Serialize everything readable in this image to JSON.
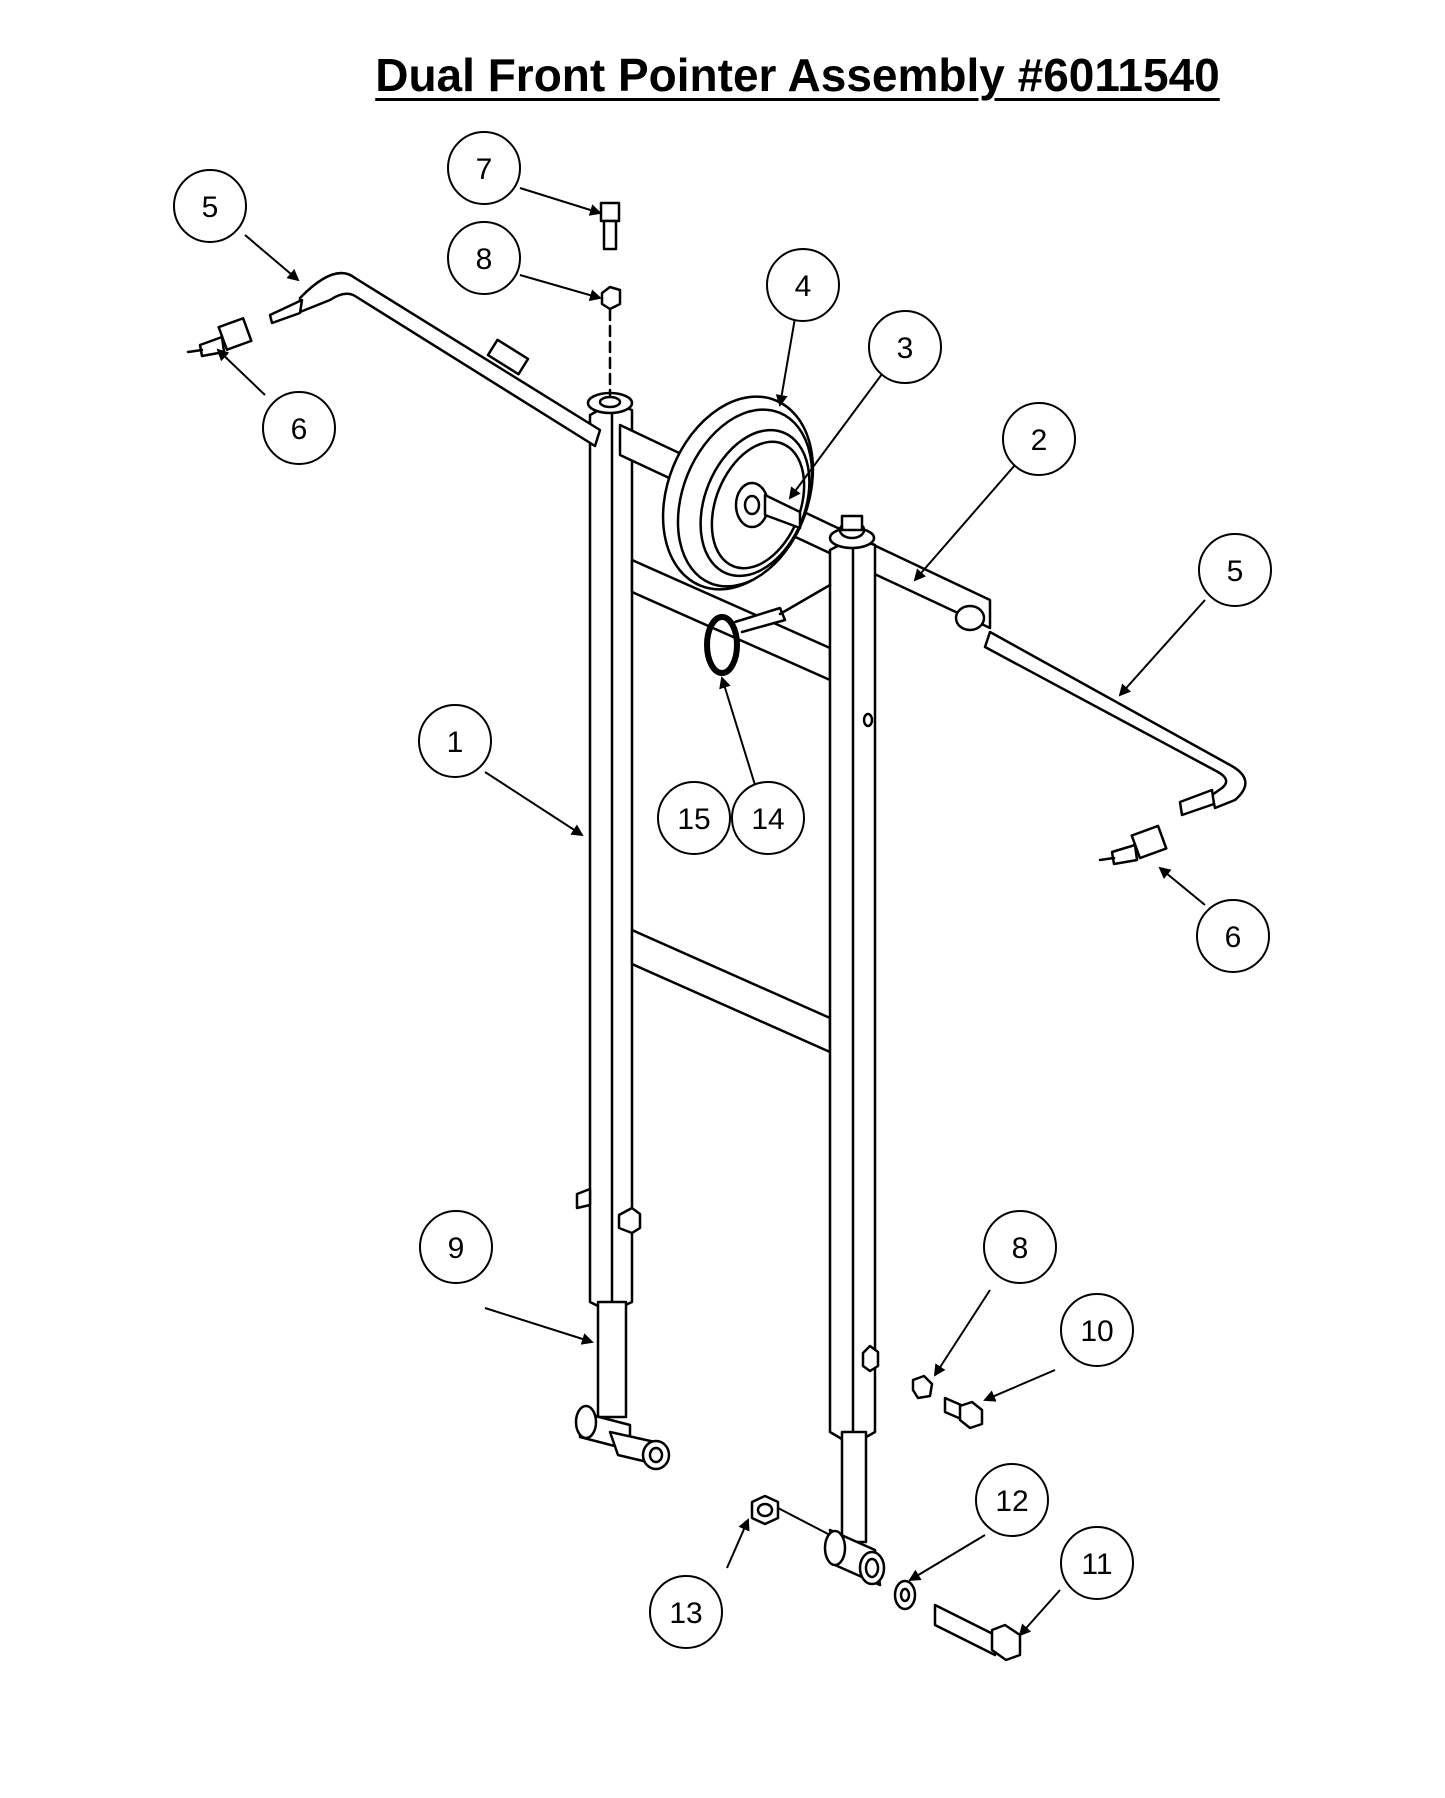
{
  "title": "Dual Front Pointer Assembly #6011540",
  "callouts": [
    {
      "label": "7"
    },
    {
      "label": "5"
    },
    {
      "label": "8"
    },
    {
      "label": "4"
    },
    {
      "label": "3"
    },
    {
      "label": "6"
    },
    {
      "label": "2"
    },
    {
      "label": "5"
    },
    {
      "label": "1"
    },
    {
      "label": "15"
    },
    {
      "label": "14"
    },
    {
      "label": "6"
    },
    {
      "label": "9"
    },
    {
      "label": "8"
    },
    {
      "label": "10"
    },
    {
      "label": "12"
    },
    {
      "label": "11"
    },
    {
      "label": "13"
    }
  ]
}
